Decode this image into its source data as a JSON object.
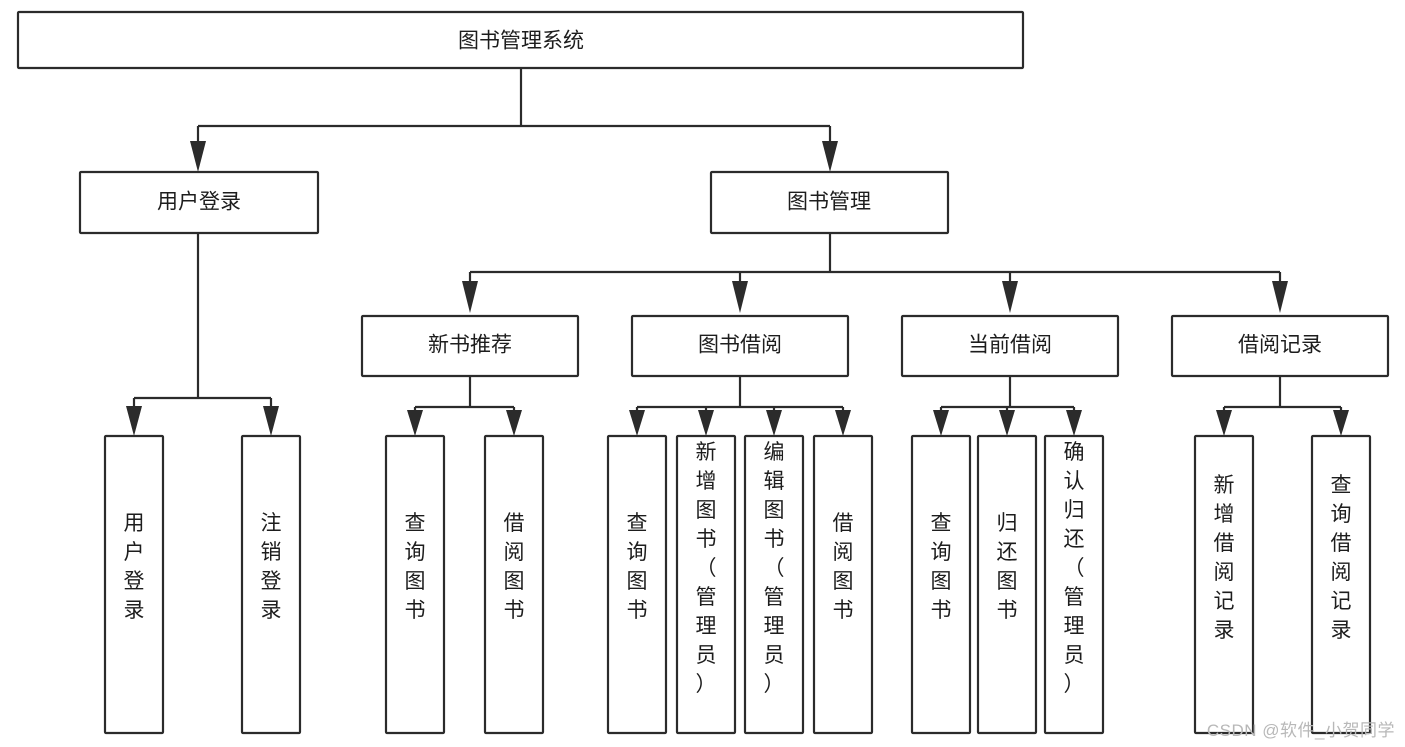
{
  "diagram": {
    "type": "tree",
    "title": "图书管理系统",
    "watermark": "CSDN @软件_小贺同学",
    "colors": {
      "background": "#ffffff",
      "box_fill": "#ffffff",
      "box_stroke": "#2b2b2b",
      "text": "#1d1d1d",
      "watermark": "#b8b8b8"
    },
    "levels": {
      "root": "图书管理系统",
      "level2": [
        "用户登录",
        "图书管理"
      ],
      "level3": [
        "新书推荐",
        "图书借阅",
        "当前借阅",
        "借阅记录"
      ],
      "leaves": [
        "用户登录",
        "注销登录",
        "查询图书",
        "借阅图书",
        "查询图书",
        "新增图书（管理员）",
        "编辑图书（管理员）",
        "借阅图书",
        "查询图书",
        "归还图书",
        "确认归还（管理员）",
        "新增借阅记录",
        "查询借阅记录"
      ]
    },
    "nodes": {
      "root": {
        "label": "图书管理系统"
      },
      "user_login": {
        "label": "用户登录"
      },
      "book_manage": {
        "label": "图书管理"
      },
      "new_book_rec": {
        "label": "新书推荐"
      },
      "book_borrow": {
        "label": "图书借阅"
      },
      "current_borrow": {
        "label": "当前借阅"
      },
      "borrow_record": {
        "label": "借阅记录"
      },
      "leaf_user_login": {
        "label": "用户登录"
      },
      "leaf_logout": {
        "label": "注销登录"
      },
      "leaf_query_book_1": {
        "label": "查询图书"
      },
      "leaf_borrow_book_1": {
        "label": "借阅图书"
      },
      "leaf_query_book_2": {
        "label": "查询图书"
      },
      "leaf_add_book": {
        "label": "新增图书（管理员）"
      },
      "leaf_edit_book": {
        "label": "编辑图书（管理员）"
      },
      "leaf_borrow_book_2": {
        "label": "借阅图书"
      },
      "leaf_query_book_3": {
        "label": "查询图书"
      },
      "leaf_return_book": {
        "label": "归还图书"
      },
      "leaf_confirm_return": {
        "label": "确认归还（管理员）"
      },
      "leaf_add_record": {
        "label": "新增借阅记录"
      },
      "leaf_query_record": {
        "label": "查询借阅记录"
      }
    }
  }
}
